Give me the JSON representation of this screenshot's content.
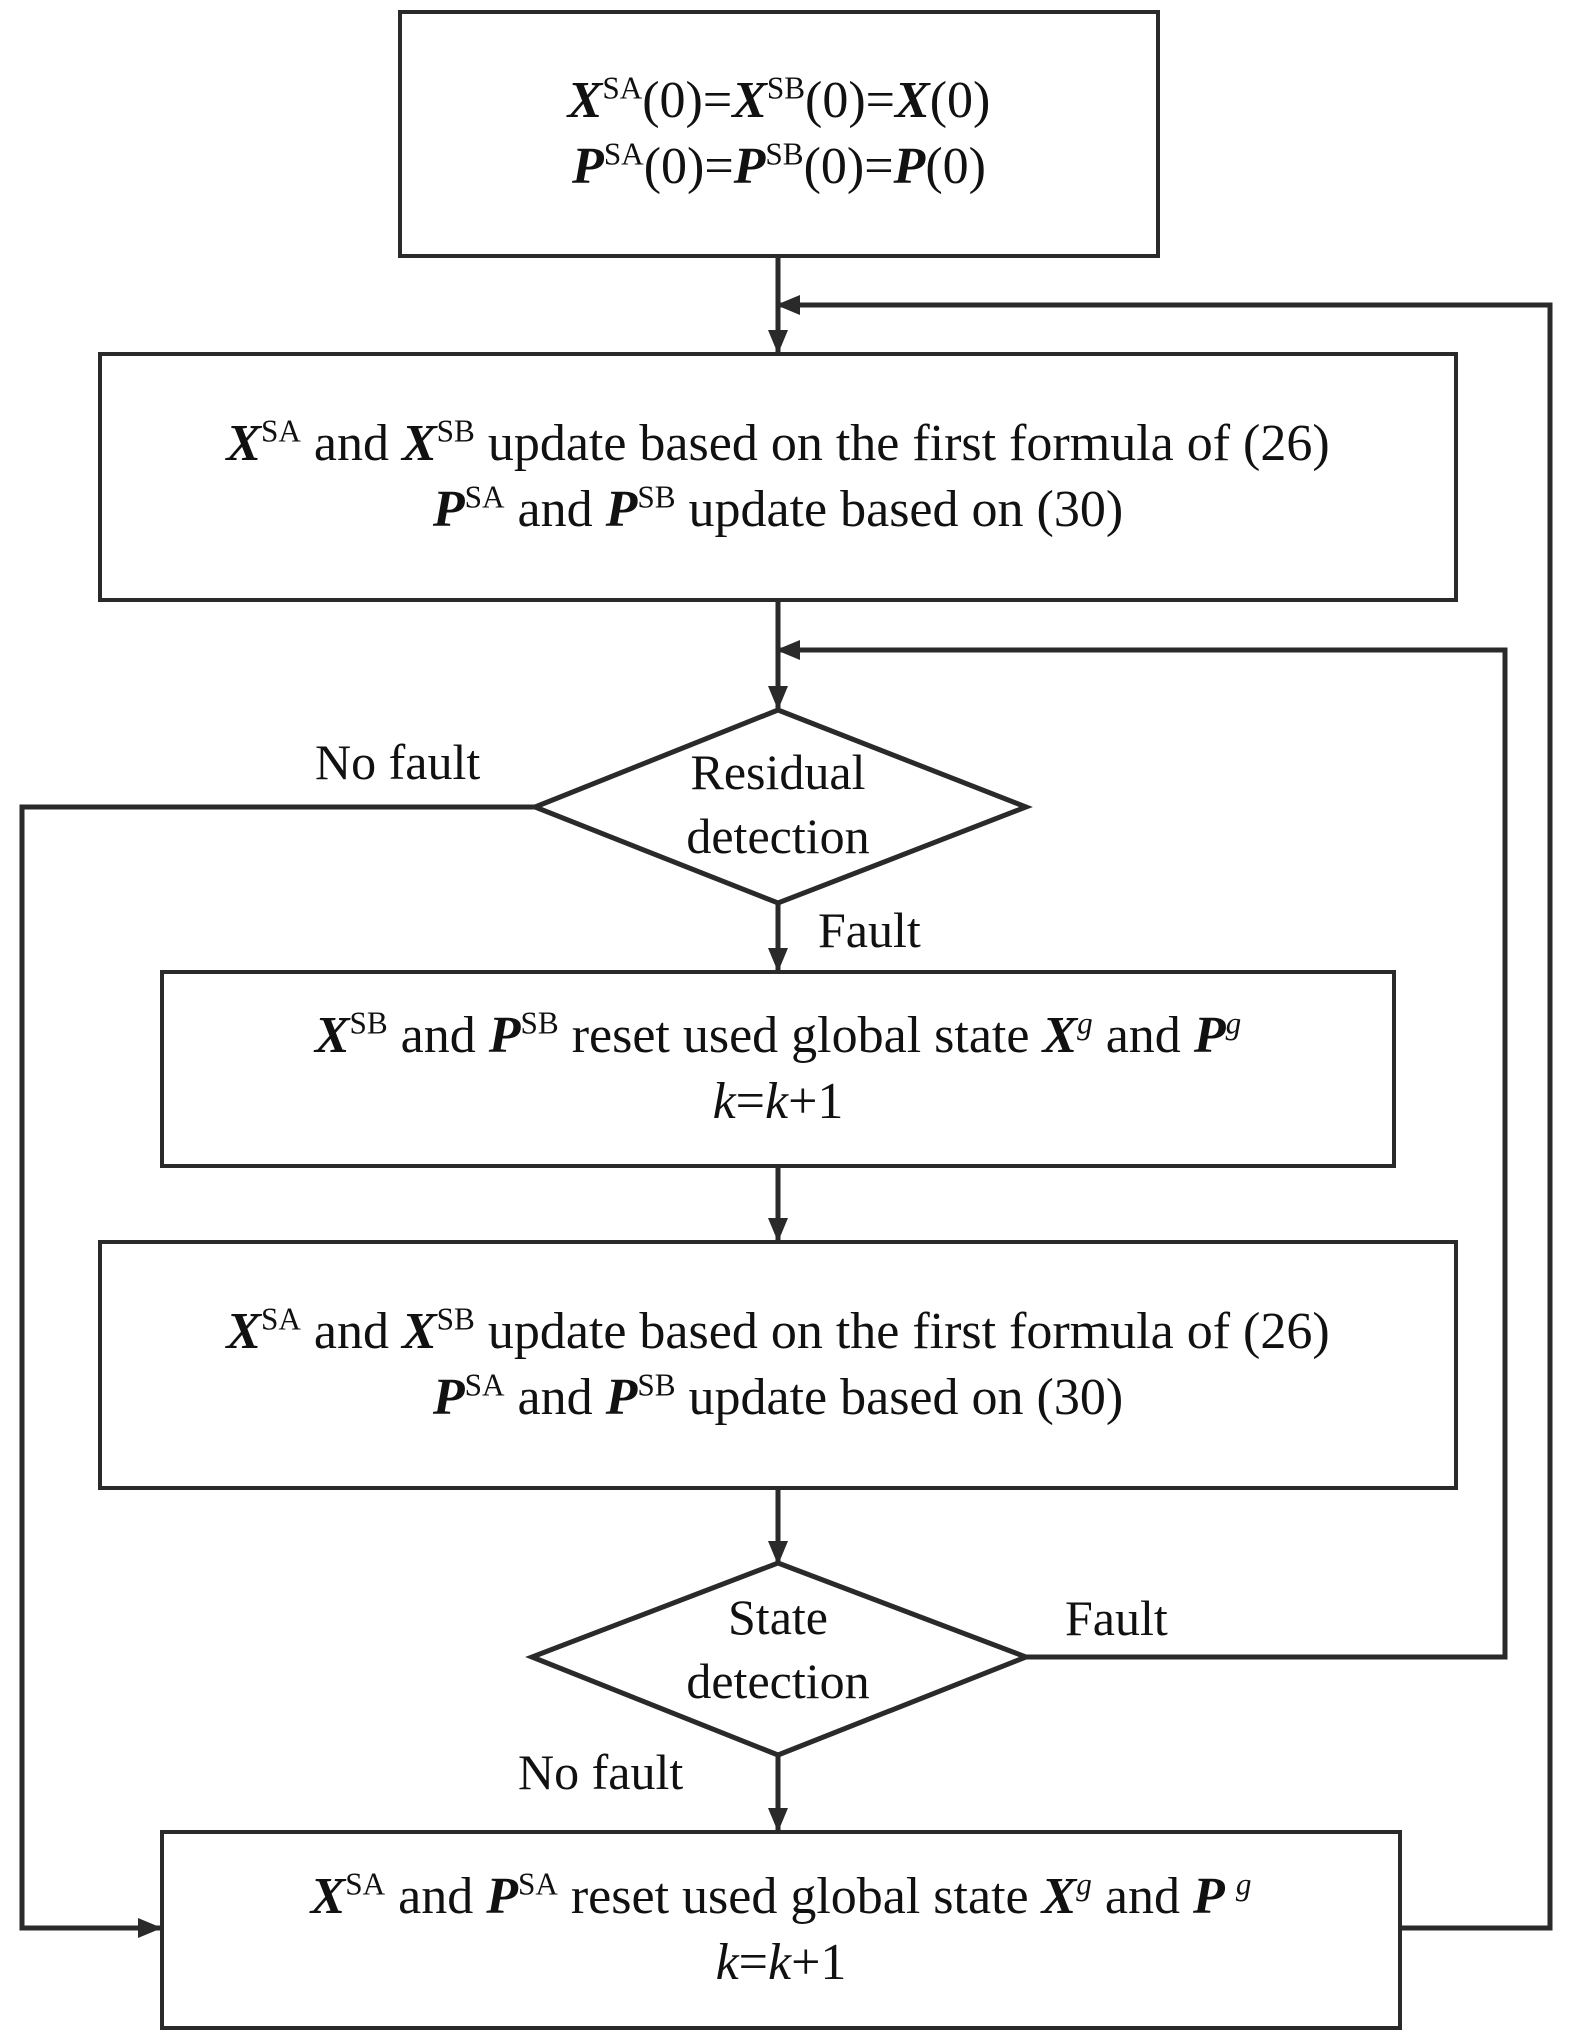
{
  "init": {
    "line1": {
      "x": "X",
      "sa": "SA",
      "x2": "X",
      "sb": "SB",
      "x3": "X",
      "p_0a": "(0)=",
      "p_0b": "(0)=",
      "p_0c": "(0)"
    },
    "line2": {
      "p": "P",
      "sa": "SA",
      "p2": "P",
      "sb": "SB",
      "p3": "P",
      "p_0a": "(0)=",
      "p_0b": "(0)=",
      "p_0c": "(0)"
    }
  },
  "update": {
    "l1_x1": "X",
    "l1_sa": "SA",
    "l1_and": " and ",
    "l1_x2": "X",
    "l1_sb": "SB",
    "l1_rest": " update based on the first formula of (26)",
    "l2_p1": "P",
    "l2_sa": "SA",
    "l2_and": " and ",
    "l2_p2": "P",
    "l2_sb": "SB",
    "l2_rest": " update based on (30)"
  },
  "residual": {
    "line1": "Residual",
    "line2": "detection"
  },
  "state": {
    "line1": "State",
    "line2": "detection"
  },
  "reset_sb": {
    "x": "X",
    "sb": "SB",
    "and1": " and ",
    "p": "P",
    "sb2": "SB",
    "mid": " reset used global state ",
    "xg": "X",
    "g1": "g",
    "and2": " and ",
    "pg": "P",
    "g2": "g",
    "k1": "k",
    "eq": "=",
    "k2": "k",
    "plus": "+1"
  },
  "reset_sa": {
    "x": "X",
    "sa": "SA",
    "and1": " and ",
    "p": "P",
    "sa2": "SA",
    "mid": " reset used global state ",
    "xg": "X",
    "g1": "g",
    "and2": " and ",
    "pg": "P ",
    "g2": "g",
    "k1": "k",
    "eq": "=",
    "k2": "k",
    "plus": "+1"
  },
  "labels": {
    "no_fault_residual": "No fault",
    "fault_residual": "Fault",
    "fault_state": "Fault",
    "no_fault_state": "No fault"
  },
  "colors": {
    "stroke": "#2a2a2a"
  }
}
